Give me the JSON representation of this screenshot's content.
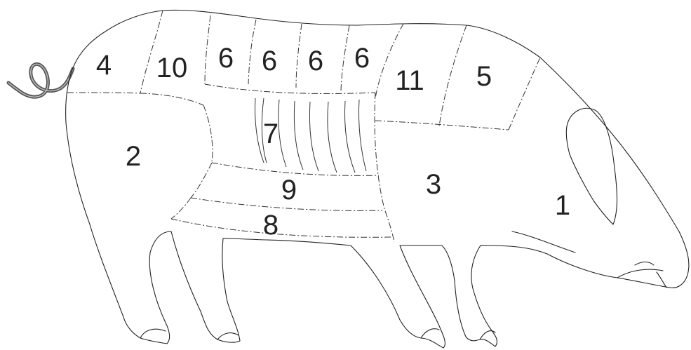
{
  "diagram": {
    "regions": [
      {
        "id": "region-1",
        "label": "1"
      },
      {
        "id": "region-2",
        "label": "2"
      },
      {
        "id": "region-3",
        "label": "3"
      },
      {
        "id": "region-4",
        "label": "4"
      },
      {
        "id": "region-5",
        "label": "5"
      },
      {
        "id": "region-6a",
        "label": "6"
      },
      {
        "id": "region-6b",
        "label": "6"
      },
      {
        "id": "region-6c",
        "label": "6"
      },
      {
        "id": "region-6d",
        "label": "6"
      },
      {
        "id": "region-7",
        "label": "7"
      },
      {
        "id": "region-8",
        "label": "8"
      },
      {
        "id": "region-9",
        "label": "9"
      },
      {
        "id": "region-10",
        "label": "10"
      },
      {
        "id": "region-11",
        "label": "11"
      }
    ],
    "colors": {
      "line": "#222222",
      "background": "#ffffff"
    }
  }
}
